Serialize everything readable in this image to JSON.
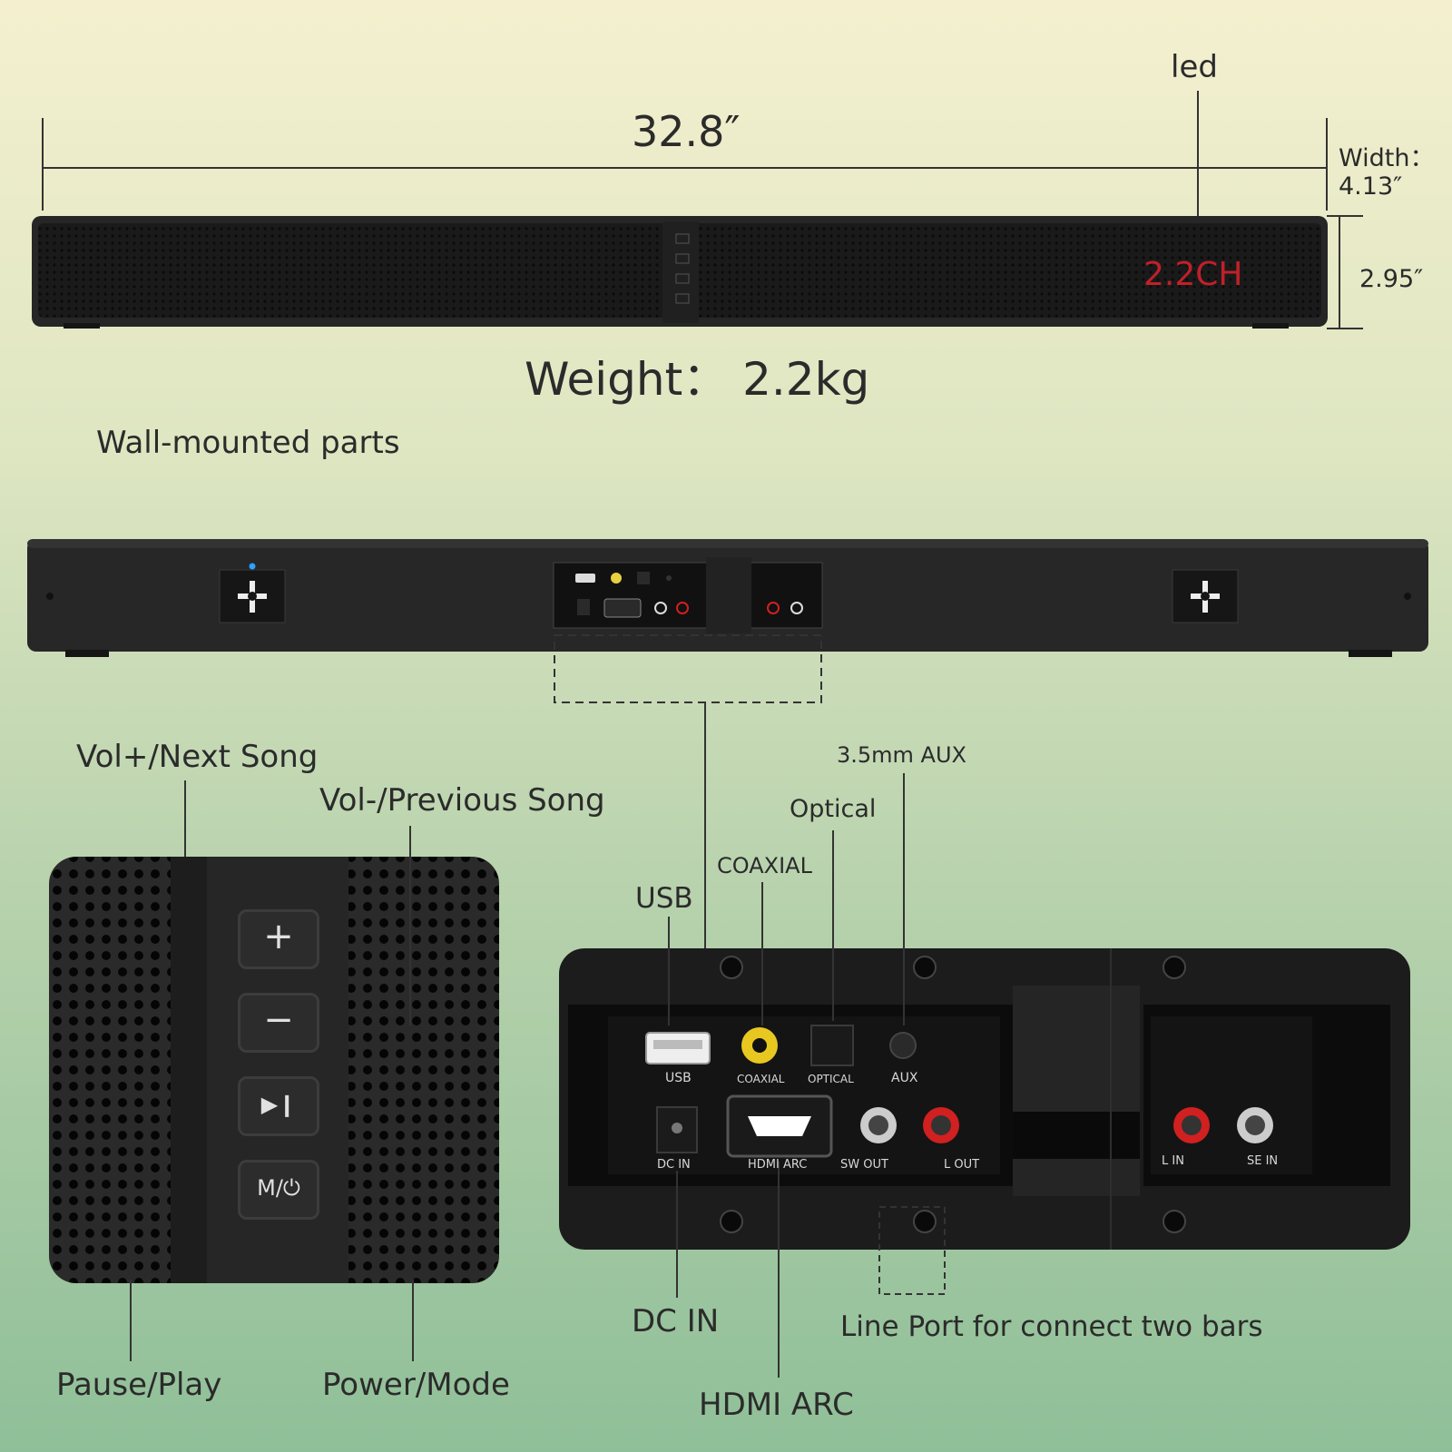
{
  "colors": {
    "bar": "#1e1e1e",
    "accent_led": "#c0202a",
    "background_top": "#f4f0cf",
    "background_bottom": "#8fbf98",
    "led_blue": "#2aa4ff"
  },
  "dimensions": {
    "length": "32.8″",
    "width_label": "Width：",
    "width_value": "4.13″",
    "height": "2.95″",
    "weight": "Weight： 2.2kg",
    "led": "led"
  },
  "front_bar": {
    "badge": "2.2CH"
  },
  "callouts": {
    "wall_mount": "Wall-mounted parts",
    "vol_up": "Vol+/Next Song",
    "vol_down": "Vol-/Previous Song",
    "pause_play": "Pause/Play",
    "power_mode": "Power/Mode",
    "aux_35": "3.5mm AUX",
    "optical": "Optical",
    "coaxial": "COAXIAL",
    "usb": "USB",
    "dc_in": "DC IN",
    "hdmi_arc": "HDMI ARC",
    "line_port": "Line Port for connect two bars"
  },
  "buttons": [
    {
      "name": "plus",
      "glyph": "+"
    },
    {
      "name": "minus",
      "glyph": "−"
    },
    {
      "name": "play-pause",
      "glyph": "▶❙"
    },
    {
      "name": "mode",
      "glyph": "M/⏻"
    }
  ],
  "ports": {
    "usb": "USB",
    "coaxial": "COAXIAL",
    "optical": "OPTICAL",
    "aux": "AUX",
    "dc_in": "DC IN",
    "hdmi_arc": "HDMI ARC",
    "sw_out": "SW OUT",
    "l_out": "L OUT",
    "l_in": "L IN",
    "se_in": "SE IN"
  }
}
